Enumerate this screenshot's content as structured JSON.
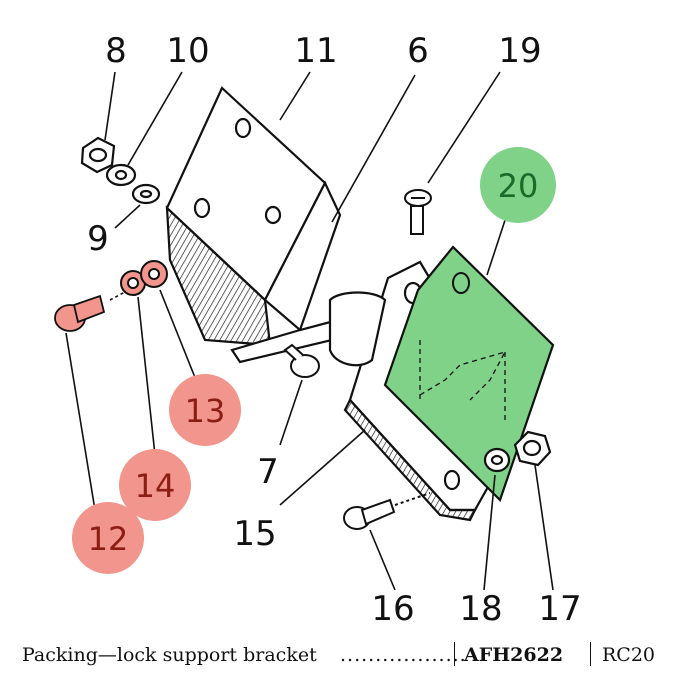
{
  "callouts": {
    "n8": "8",
    "n10": "10",
    "n11": "11",
    "n6": "6",
    "n19": "19",
    "n9": "9",
    "n7": "7",
    "n15": "15",
    "n16": "16",
    "n18": "18",
    "n17": "17"
  },
  "highlights": {
    "n20": "20",
    "n13": "13",
    "n14": "14",
    "n12": "12",
    "green": "#7fd287",
    "red": "#f2958c"
  },
  "caption": {
    "description": "Packing—lock support bracket",
    "leader": "..................",
    "part_number": "AFH2622",
    "ref": "RC20"
  }
}
